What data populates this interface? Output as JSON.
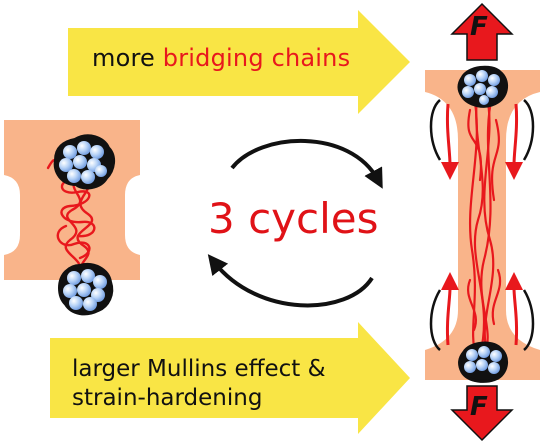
{
  "top_arrow": {
    "prefix": "more ",
    "highlight": "bridging chains"
  },
  "bottom_arrow": {
    "line1": "larger Mullins effect &",
    "line2": "strain-hardening"
  },
  "center_label": "3 cycles",
  "force_label": "F",
  "colors": {
    "yellow_arrow": "#f9e545",
    "specimen": "#f9b48a",
    "chain_red": "#e8181d",
    "particle_blue": "#9ec3f2",
    "force_arrow": "#e8181d"
  }
}
